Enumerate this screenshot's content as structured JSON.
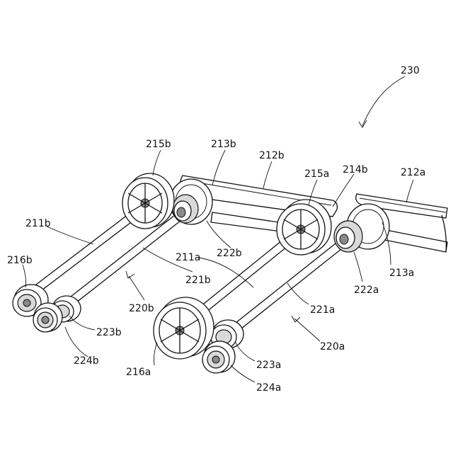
{
  "labels": {
    "l230": "230",
    "l215b": "215b",
    "l213b": "213b",
    "l212b": "212b",
    "l215a": "215a",
    "l214b": "214b",
    "l212a": "212a",
    "l211b": "211b",
    "l216b": "216b",
    "l222b": "222b",
    "l211a": "211a",
    "l221b": "221b",
    "l222a": "222a",
    "l213a": "213a",
    "l220b": "220b",
    "l221a": "221a",
    "l223b": "223b",
    "l220a": "220a",
    "l224b": "224b",
    "l223a": "223a",
    "l216a": "216a",
    "l224a": "224a"
  }
}
